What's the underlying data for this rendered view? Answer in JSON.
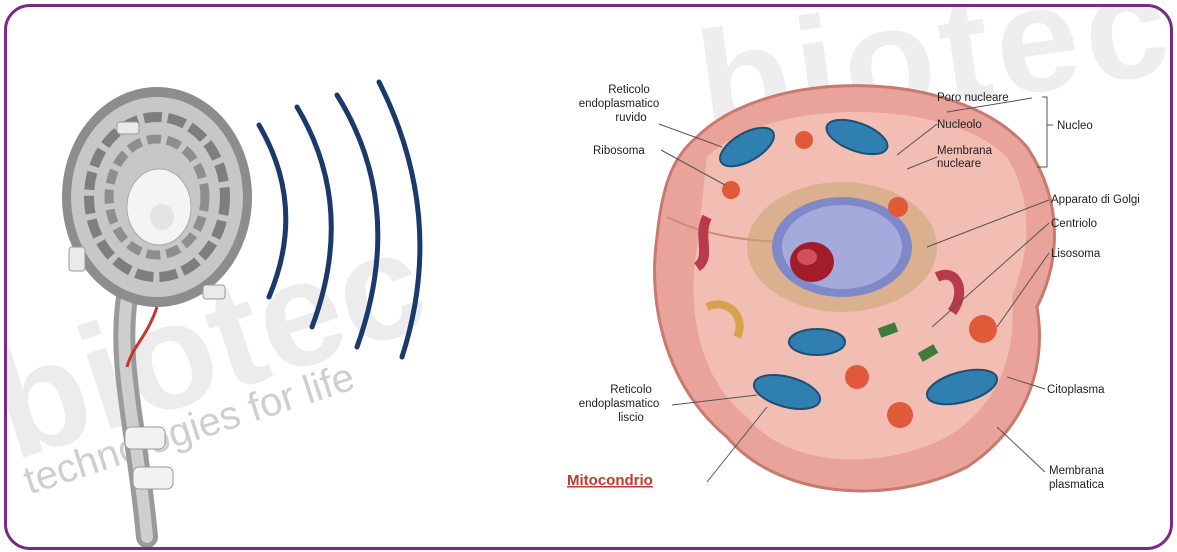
{
  "watermark": {
    "brand": "biotec",
    "tagline": "technologies for life"
  },
  "cell_diagram": {
    "labels": {
      "rer": [
        "Reticolo",
        "endoplasmatico",
        "ruvido"
      ],
      "ribosoma": "Ribosoma",
      "poro_nucleare": "Poro nucleare",
      "nucleolo": "Nucleolo",
      "membrana_nucleare": [
        "Membrana",
        "nucleare"
      ],
      "nucleo": "Nucleo",
      "golgi": "Apparato di Golgi",
      "centriolo": "Centriolo",
      "lisosoma": "Lisosoma",
      "ser": [
        "Reticolo",
        "endoplasmatico",
        "liscio"
      ],
      "citoplasma": "Citoplasma",
      "membrana_plasmatica": [
        "Membrana",
        "plasmatica"
      ],
      "mitocondrio": "Mitocondrio"
    }
  },
  "colors": {
    "frame": "#7a2a84",
    "waves": "#1b3a6b",
    "mitocondrio_label": "#c0392b",
    "cell_body": "#e9a39a",
    "mitochondria": "#2f7fb0"
  }
}
